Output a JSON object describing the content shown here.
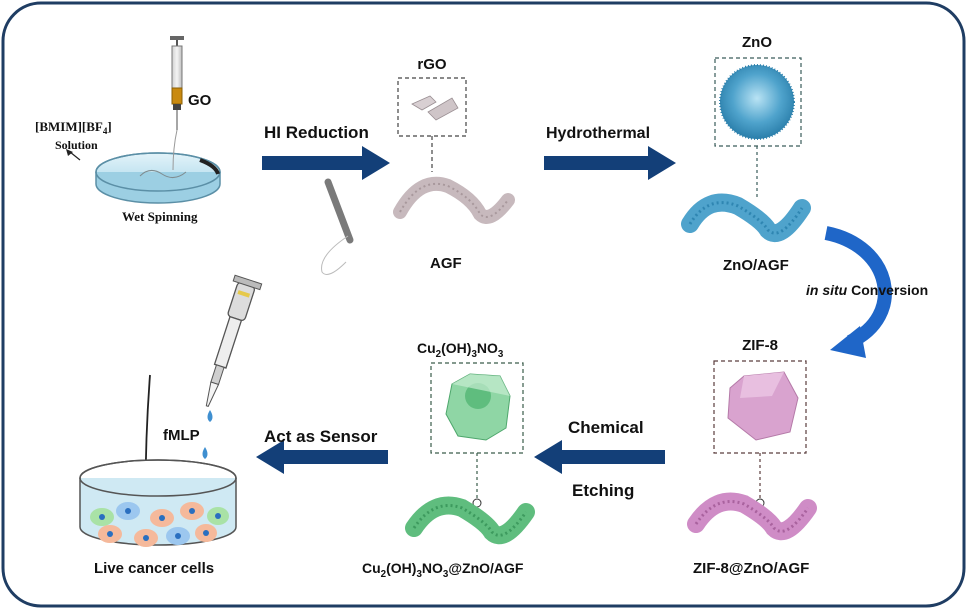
{
  "colors": {
    "frame": "#1f3d63",
    "arrow": "#133f78",
    "curved_arrow": "#1f66c8",
    "zno": "#4fa3cc",
    "zif": "#cf8cc6",
    "cu": "#5fbd7e",
    "agf": "#c7b9bd",
    "dish": "#7ec3dc"
  },
  "synthesis": {
    "syringe_label": "GO",
    "ionic_liquid": "[BMIM][BF",
    "ionic_liquid_sub": "4",
    "ionic_liquid_close": "]",
    "solution": "Solution",
    "wet_spinning": "Wet Spinning"
  },
  "steps": {
    "hi_reduction": "HI Reduction",
    "hydrothermal": "Hydrothermal",
    "in_situ": "in situ",
    "conversion": " Conversion",
    "chemical": "Chemical",
    "etching": "Etching",
    "act_as_sensor": "Act as Sensor"
  },
  "materials": {
    "rgo": "rGO",
    "agf": "AGF",
    "zno": "ZnO",
    "zno_agf": "ZnO/AGF",
    "zif8": "ZIF-8",
    "zif8_zno_agf": "ZIF-8@ZnO/AGF",
    "cu_top": {
      "a": "Cu",
      "b": "2",
      "c": "(OH)",
      "d": "3",
      "e": "NO",
      "f": "3"
    },
    "cu_bottom": {
      "a": "Cu",
      "b": "2",
      "c": "(OH)",
      "d": "3",
      "e": "NO",
      "f": "3",
      "g": "@ZnO/AGF"
    }
  },
  "sensing": {
    "fmlp": "fMLP",
    "live_cells": "Live cancer cells"
  }
}
